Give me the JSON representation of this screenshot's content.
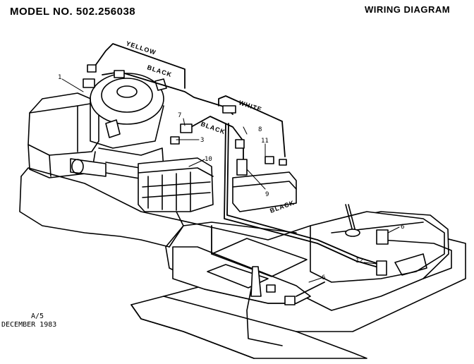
{
  "header": {
    "model_label": "MODEL NO. 502.256038",
    "title": "WIRING DIAGRAM"
  },
  "footer": {
    "revision": "A/5",
    "date": "DECEMBER 1983"
  },
  "wire_labels": [
    "YELLOW",
    "BLACK",
    "WHITE",
    "BLACK",
    "BLACK"
  ],
  "callouts": [
    "1",
    "3",
    "6",
    "6",
    "7",
    "8",
    "9",
    "10",
    "11",
    "12"
  ]
}
